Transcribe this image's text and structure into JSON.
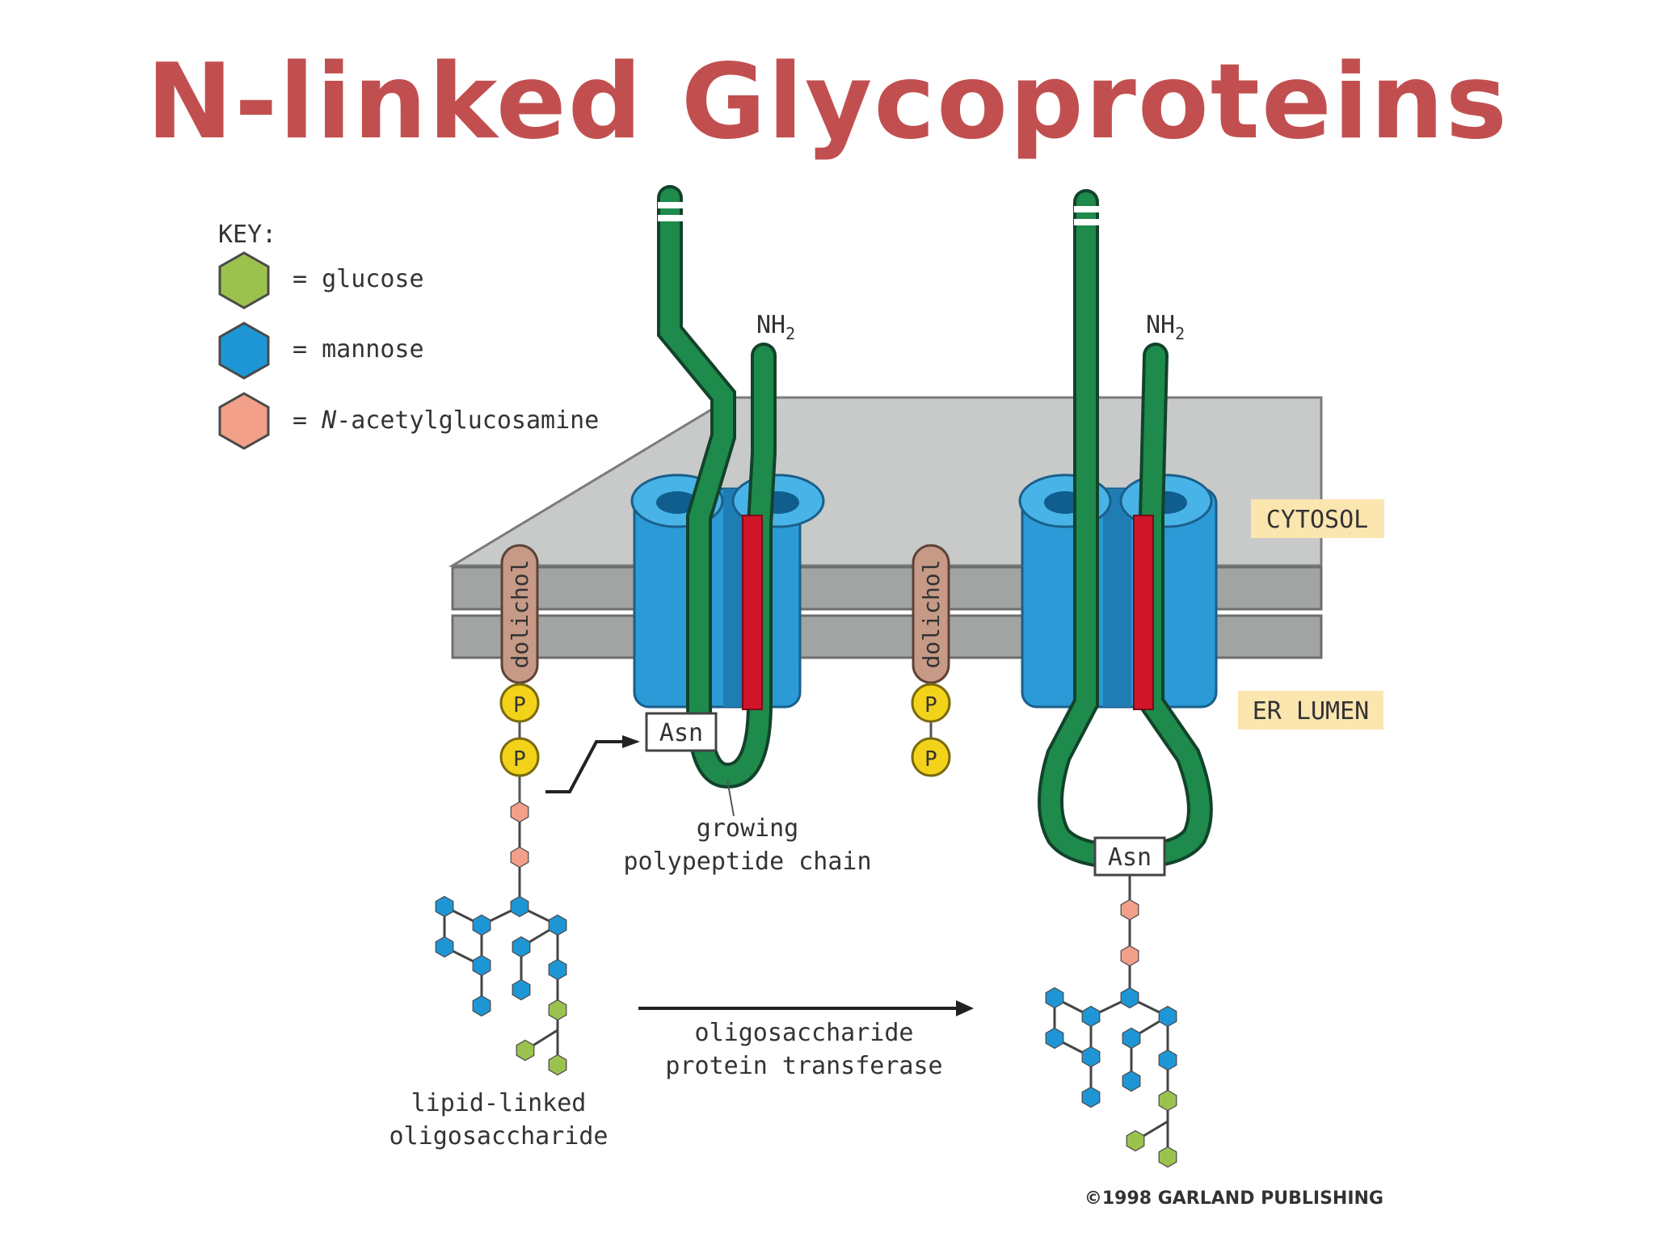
{
  "title": "N-linked Glycoproteins",
  "key": {
    "heading": "KEY:",
    "glucose": "= glucose",
    "mannose": "= mannose",
    "nag_eq": "= ",
    "nag_italic": "N",
    "nag_rest": "-acetylglucosamine"
  },
  "labels": {
    "nh2_main": "NH",
    "nh2_sub": "2",
    "cytosol": "CYTOSOL",
    "er_lumen": "ER LUMEN",
    "dolichol": "dolichol",
    "phosphate": "P",
    "asn": "Asn",
    "growing_1": "growing",
    "growing_2": "polypeptide chain",
    "lipid_1": "lipid-linked",
    "lipid_2": "oligosaccharide",
    "enzyme_1": "oligosaccharide",
    "enzyme_2": "protein transferase",
    "copyright": "©1998 GARLAND PUBLISHING"
  },
  "colors": {
    "title": "#c24f4f",
    "glucose": "#9cc24e",
    "mannose": "#1e96d6",
    "nag": "#f2a08a",
    "chain": "#1e8a4c",
    "signal": "#d0152b",
    "channel": "#2b9ad6",
    "membrane": "#9a9c9c",
    "dolichol": "#c69a86",
    "phosphate": "#f3d21a",
    "tag": "#fbe6b0"
  }
}
